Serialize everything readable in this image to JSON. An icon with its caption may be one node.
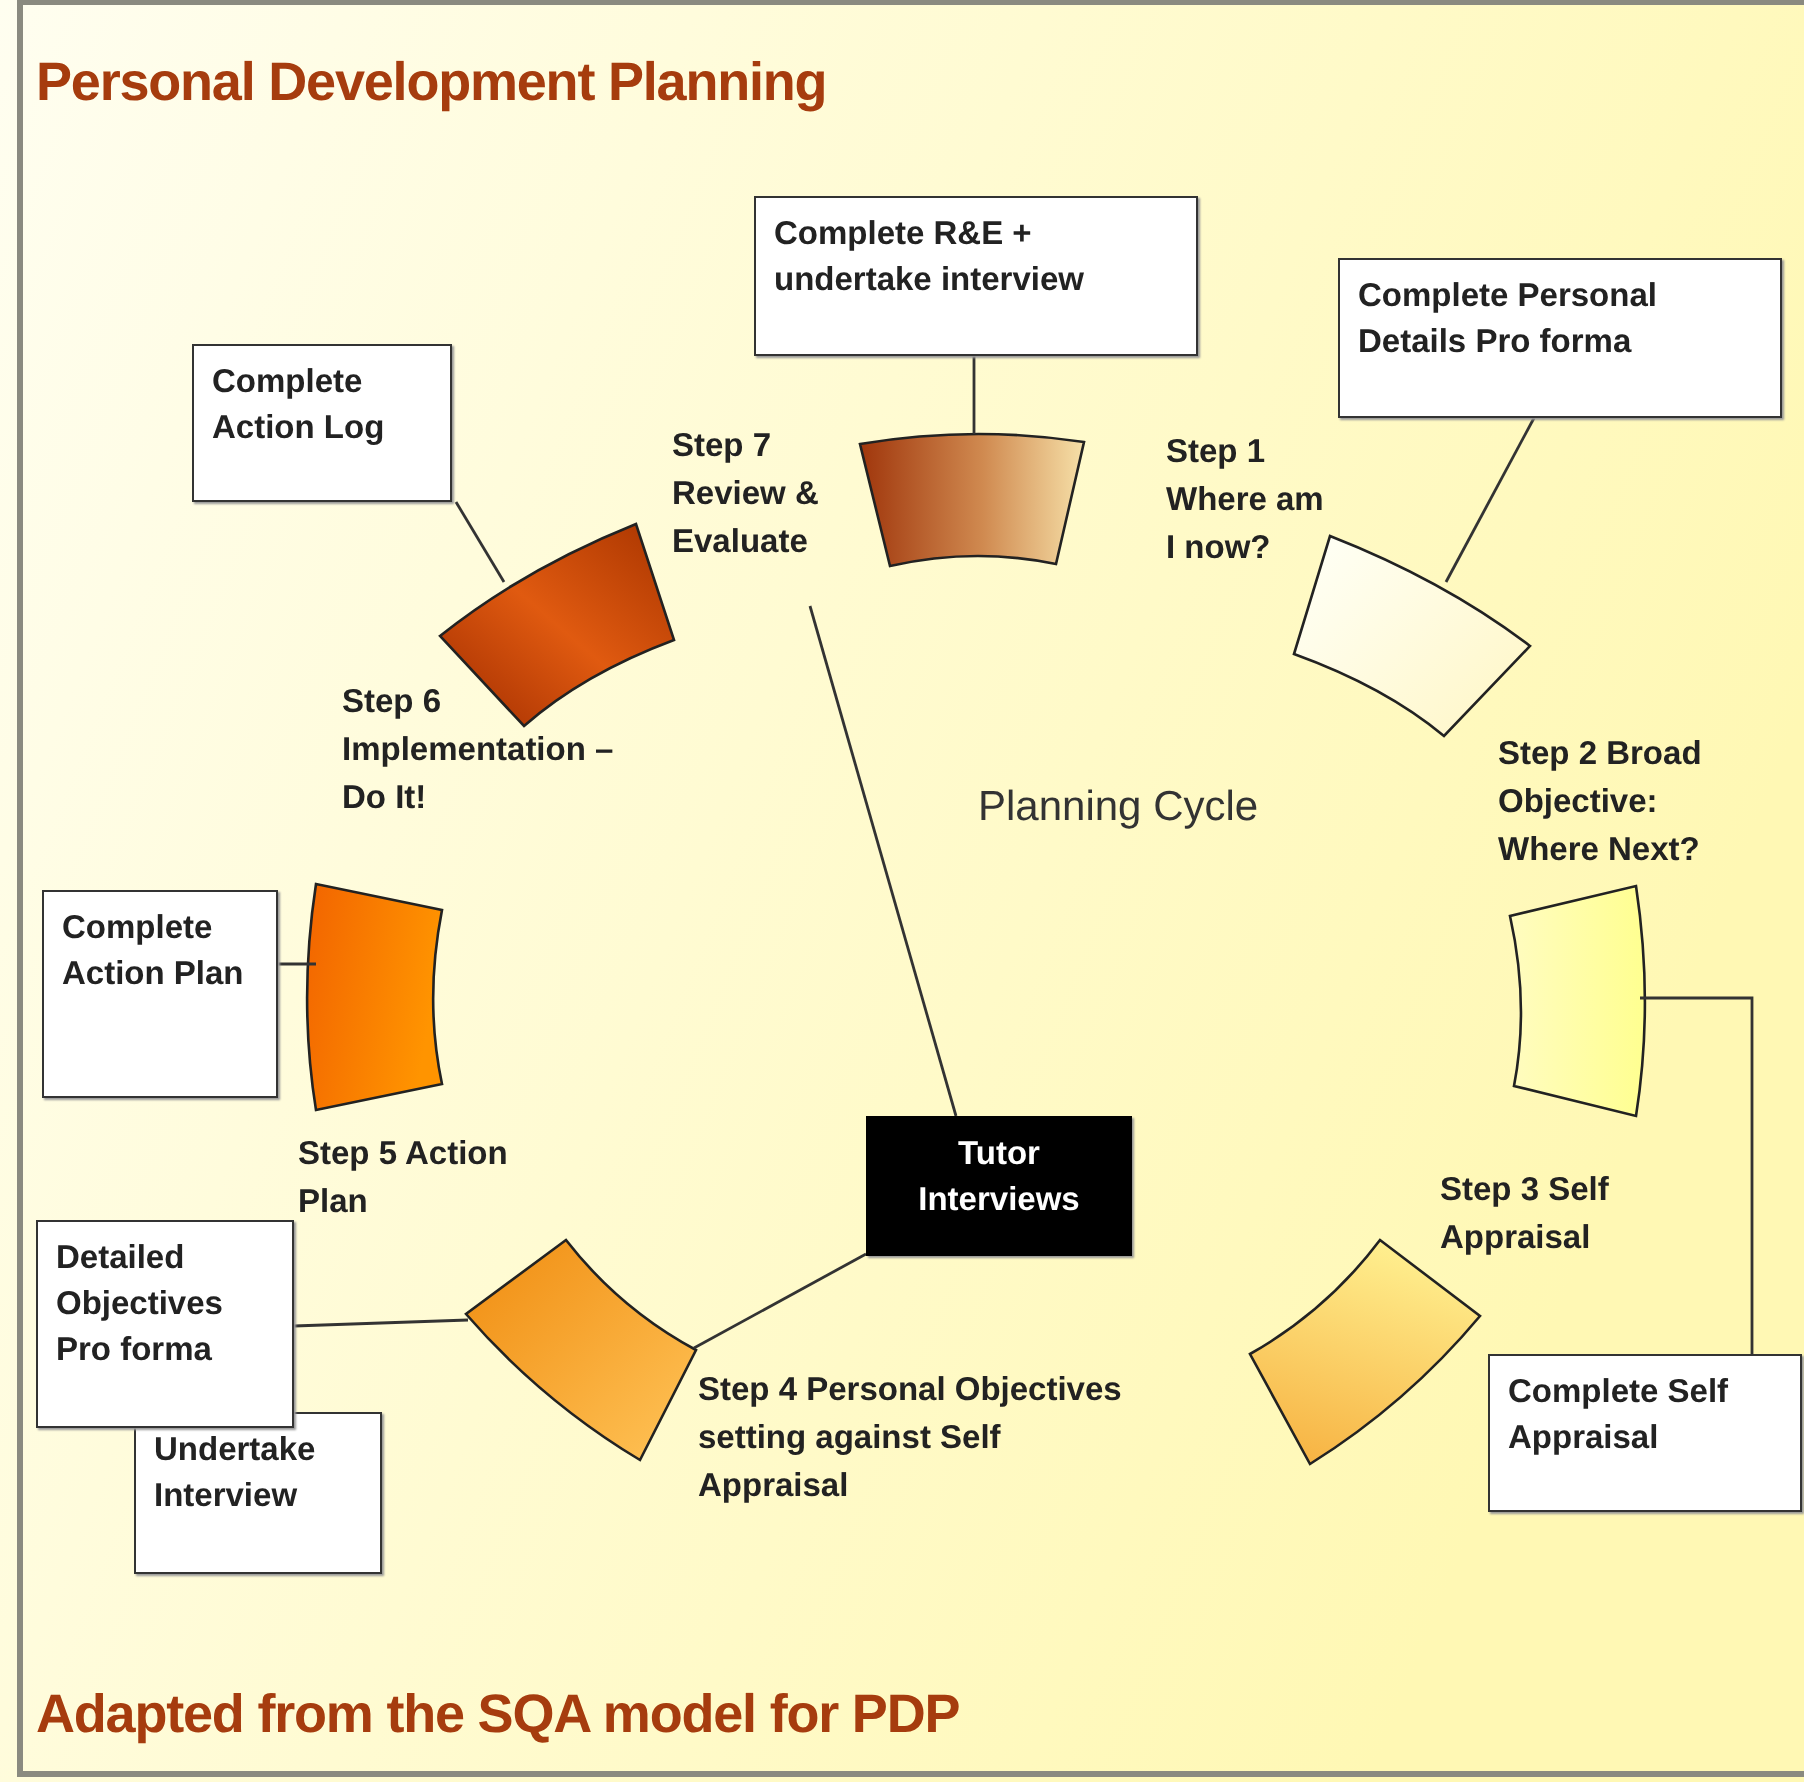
{
  "diagram": {
    "title": "Personal Development Planning",
    "caption": "Adapted from the SQA model for PDP",
    "nodes": [
      {
        "text": [
          "Complete R&E + undertake interview"
        ]
      },
      {
        "text": [
          "Complete Personal Details Pro forma"
        ]
      },
      {
        "text": [
          "Complete Action Log"
        ]
      },
      {
        "text": [],
        "shape": "segment"
      },
      {
        "text": [],
        "shape": "segment"
      },
      {
        "text": [],
        "shape": "segment"
      },
      {
        "text": [],
        "shape": "segment"
      },
      {
        "text": [
          "Complete Action Plan"
        ]
      },
      {
        "text": [],
        "shape": "segment"
      },
      {
        "text": [
          "Tutor Interviews"
        ]
      },
      {
        "text": [],
        "shape": "segment"
      },
      {
        "text": [
          "Detailed Objectives Pro forma"
        ]
      },
      {
        "text": [],
        "shape": "segment"
      },
      {
        "text": [
          "Complete Self Appraisal"
        ]
      },
      {
        "text": [
          "Undertake Interview"
        ]
      }
    ],
    "edges": [
      {
        "from": 0,
        "to": 3,
        "arrow": "none"
      },
      {
        "from": 1,
        "to": 4,
        "arrow": "none"
      },
      {
        "from": 2,
        "to": 5,
        "arrow": "none"
      },
      {
        "from": 7,
        "to": 8,
        "arrow": "none"
      },
      {
        "from": 6,
        "to": 13,
        "arrow": "none"
      },
      {
        "from": 11,
        "to": 12,
        "arrow": "none"
      },
      {
        "from": 9,
        "to": 12,
        "arrow": "none"
      },
      {
        "from": 9,
        "to": 3,
        "arrow": "none"
      }
    ],
    "labels": [
      "Step 7 Review & Evaluate",
      "Step 1 Where am I now?",
      "Step 6 Implementation – Do It!",
      "Planning Cycle",
      "Step 2 Broad Objective: Where Next?",
      "Step 5 Action Plan",
      "Step 3 Self Appraisal",
      "Step 4 Personal Objectives setting against Self Appraisal"
    ]
  }
}
